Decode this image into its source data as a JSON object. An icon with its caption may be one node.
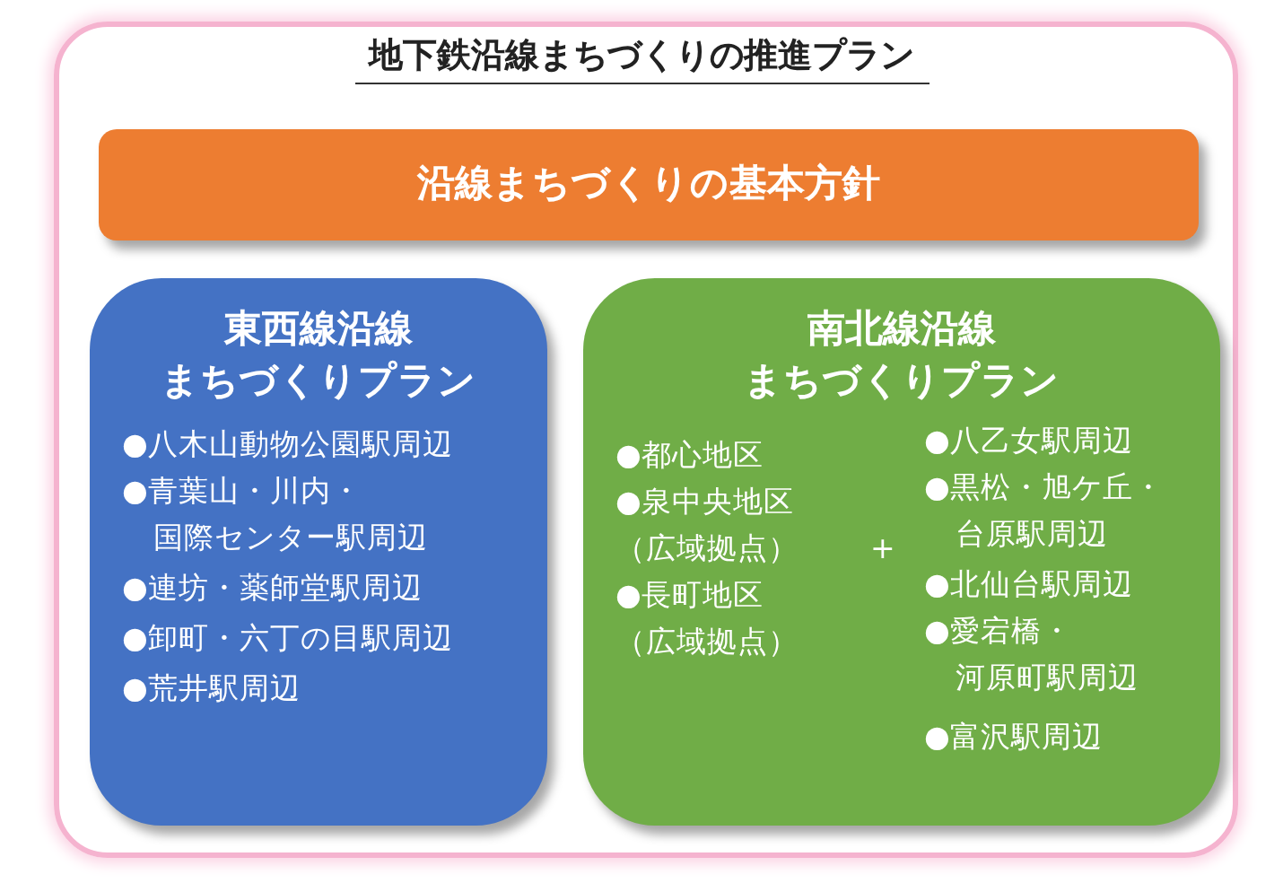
{
  "diagram": {
    "title": "地下鉄沿線まちづくりの推進プラン",
    "nodes": [
      {
        "text": [
          "沿線まちづくりの基本方針"
        ]
      },
      {
        "text": [
          "東西線沿線まちづくりプラン",
          "●八木山動物公園駅周辺",
          "●青葉山・川内・国際センター駅周辺",
          "●連坊・薬師堂駅周辺",
          "●卸町・六丁の目駅周辺",
          "●荒井駅周辺"
        ]
      },
      {
        "text": [
          "南北線沿線まちづくりプラン",
          "●都心地区",
          "●泉中央地区（広域拠点）",
          "●長町地区（広域拠点）",
          "+",
          "●八乙女駅周辺",
          "●黒松・旭ケ丘・台原駅周辺",
          "●北仙台駅周辺",
          "●愛宕橋・河原町駅周辺",
          "●富沢駅周辺"
        ]
      }
    ]
  }
}
